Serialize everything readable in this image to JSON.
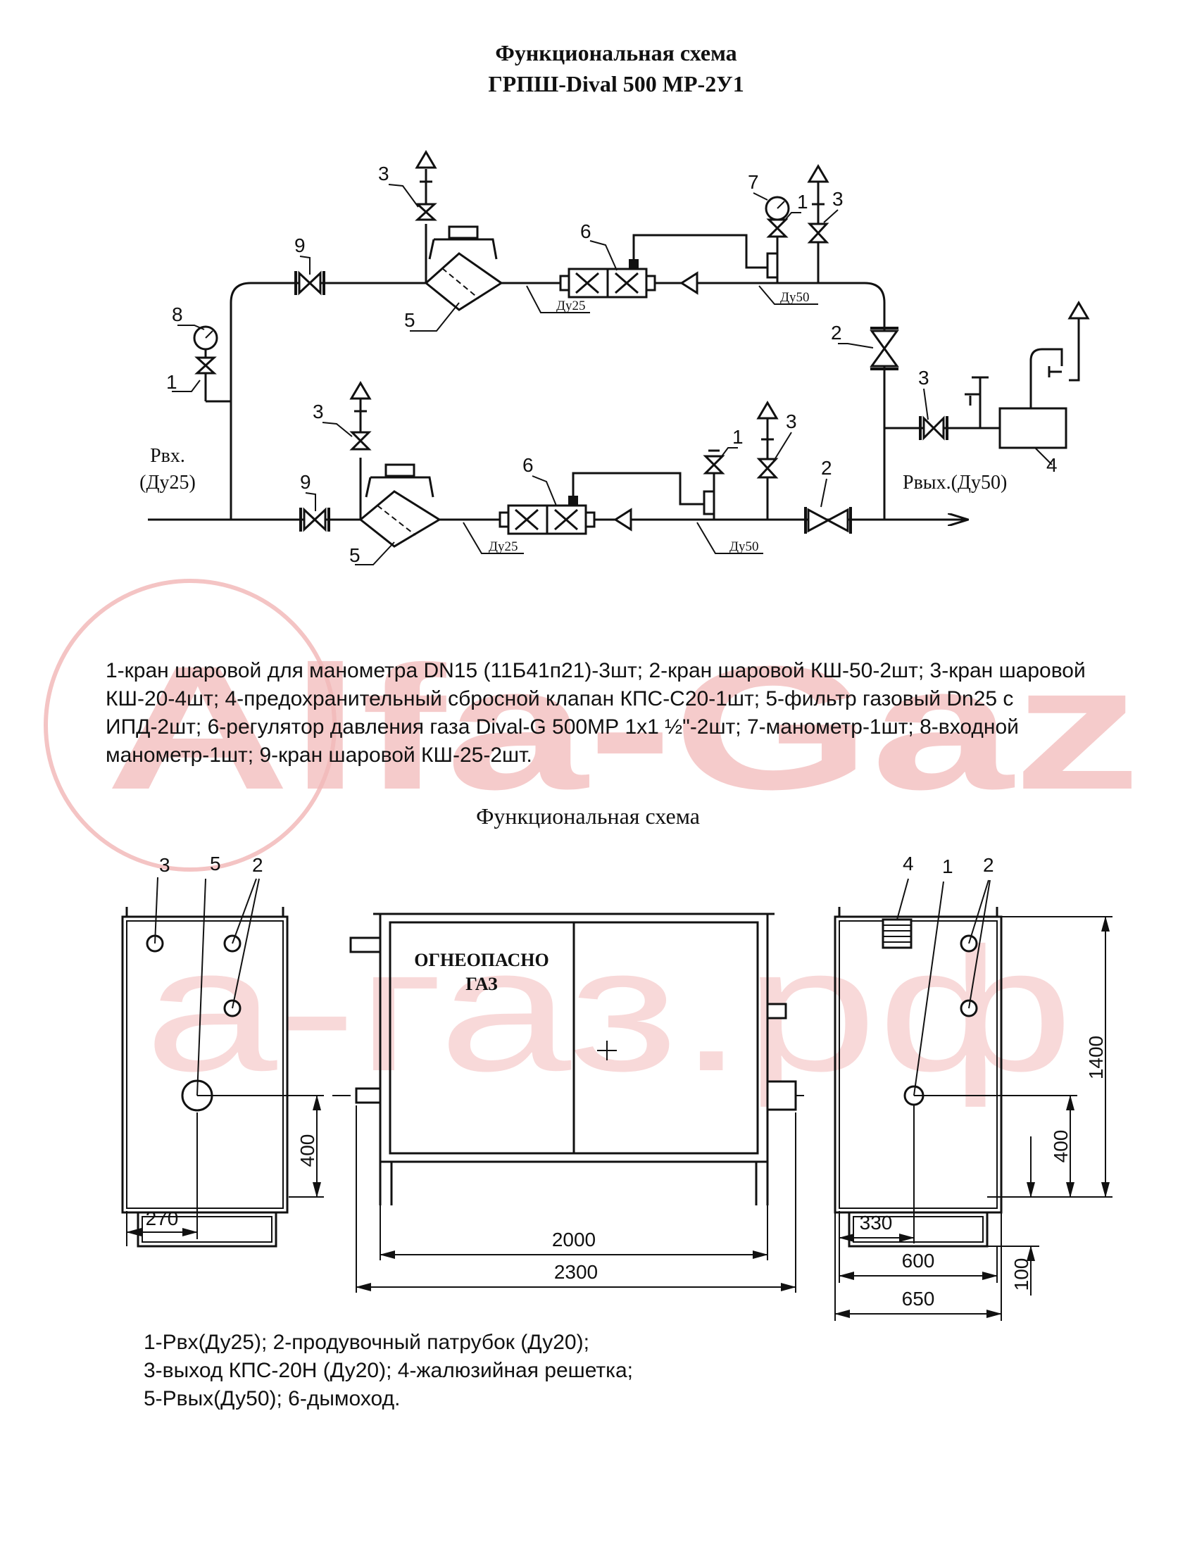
{
  "title": {
    "line1": "Функциональная схема",
    "line2": "ГРПШ-Dival 500 МР-2У1"
  },
  "watermark": {
    "line1": "Alfa-Gaz",
    "line2": "а-газ.рф",
    "color": "#f2b9b9"
  },
  "scheme": {
    "inlet_label": "Рвх.",
    "inlet_size": "(Ду25)",
    "outlet_label": "Рвых.(Ду50)",
    "pipe_labels": [
      "Ду25",
      "Ду50",
      "Ду25",
      "Ду50"
    ],
    "markers": [
      "1",
      "2",
      "3",
      "4",
      "5",
      "6",
      "7",
      "8",
      "9"
    ]
  },
  "legend1": {
    "lines": [
      "1-кран шаровой для манометра DN15 (11Б41п21)-3шт; 2-кран шаровой КШ-50-2шт; 3-кран шаровой",
      "КШ-20-4шт; 4-предохранительный сбросной клапан КПС-С20-1шт; 5-фильтр газовый Dn25 с",
      "ИПД-2шт; 6-регулятор давления газа Dival-G 500МР 1х1 ½\"-2шт; 7-манометр-1шт; 8-входной",
      "манометр-1шт; 9-кран шаровой КШ-25-2шт."
    ]
  },
  "section2_title": "Функциональная схема",
  "cabinet": {
    "sign_line1": "ОГНЕОПАСНО",
    "sign_line2": "ГАЗ",
    "dims": {
      "left_width": "270",
      "left_height": "400",
      "front_inner": "2000",
      "front_outer": "2300",
      "right_330": "330",
      "right_600": "600",
      "right_650": "650",
      "right_400": "400",
      "right_1400": "1400",
      "right_100": "100"
    },
    "left_markers": [
      "3",
      "5",
      "2"
    ],
    "right_markers": [
      "4",
      "1",
      "2"
    ]
  },
  "legend2": {
    "lines": [
      "1-Рвх(Ду25); 2-продувочный патрубок (Ду20);",
      "3-выход КПС-20Н (Ду20); 4-жалюзийная решетка;",
      "5-Рвых(Ду50); 6-дымоход."
    ]
  }
}
